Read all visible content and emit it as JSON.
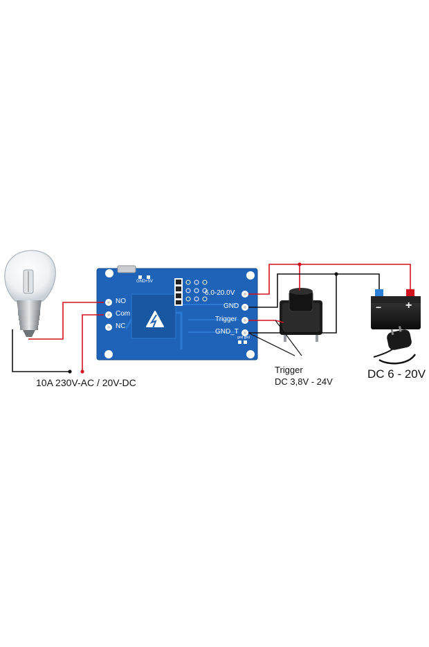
{
  "relay_terminals": {
    "no": "NO",
    "com": "Com",
    "nc": "NC"
  },
  "header_pins": {
    "gnd": "GND",
    "plus5v": "+5V"
  },
  "input_terminals": {
    "vin": "6.0-20.0V",
    "gnd": "GND",
    "trigger": "Trigger",
    "gnd_t": "GND_T"
  },
  "small_pins": "gnd gnd",
  "load_rating": "10A 230V-AC / 20V-DC",
  "trigger_caption": {
    "title": "Trigger",
    "range": "DC 3,8V - 24V"
  },
  "battery": {
    "minus": "−",
    "plus": "+"
  },
  "power_caption": "DC 6 - 20V",
  "colors": {
    "pcb": "#1f63b8",
    "wire_red": "#d4111e",
    "wire_black": "#111111",
    "button": "#1c1c1c"
  }
}
